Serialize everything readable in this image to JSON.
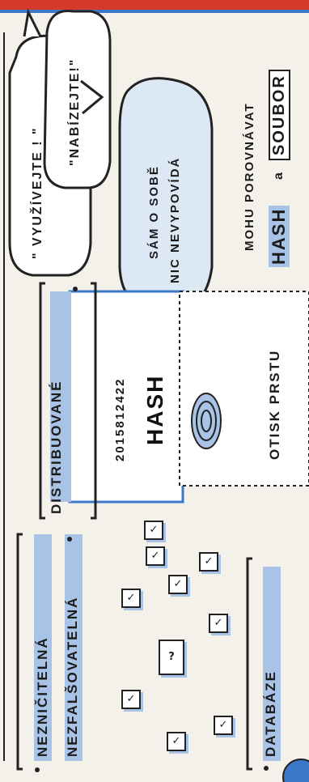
{
  "colors": {
    "accent_red": "#d63a2a",
    "accent_blue": "#3c78c8",
    "highlight_blue": "#a9c3e6",
    "ink": "#1b1b1b",
    "paper": "#f4f1ea"
  },
  "bubbles": {
    "vyuzivejte": "\" VYUŽÍVEJTE ! \"",
    "nabizejte": "\"NABÍZEJTE!\"",
    "sam_o_sobe_1": "SÁM O SOBĚ",
    "sam_o_sobe_2": "NIC NEVYPOVÍDÁ"
  },
  "compare": {
    "line1": "MOHU POROVNÁVAT",
    "hash": "HASH",
    "a": "a",
    "soubor": "SOUBOR"
  },
  "labels": {
    "distribuovane": "DISTRIBUOVANÉ",
    "neznicitelna": "NEZNIČITELNÁ",
    "nezfalsovatelna": "NEZFALŠOVATELNÁ",
    "databaze": "DATABÁZE"
  },
  "card": {
    "number": "2015812422",
    "hash": "HASH",
    "otisk": "OTISK PRSTU"
  },
  "mark_unknown": "?",
  "mark_check": "✓"
}
